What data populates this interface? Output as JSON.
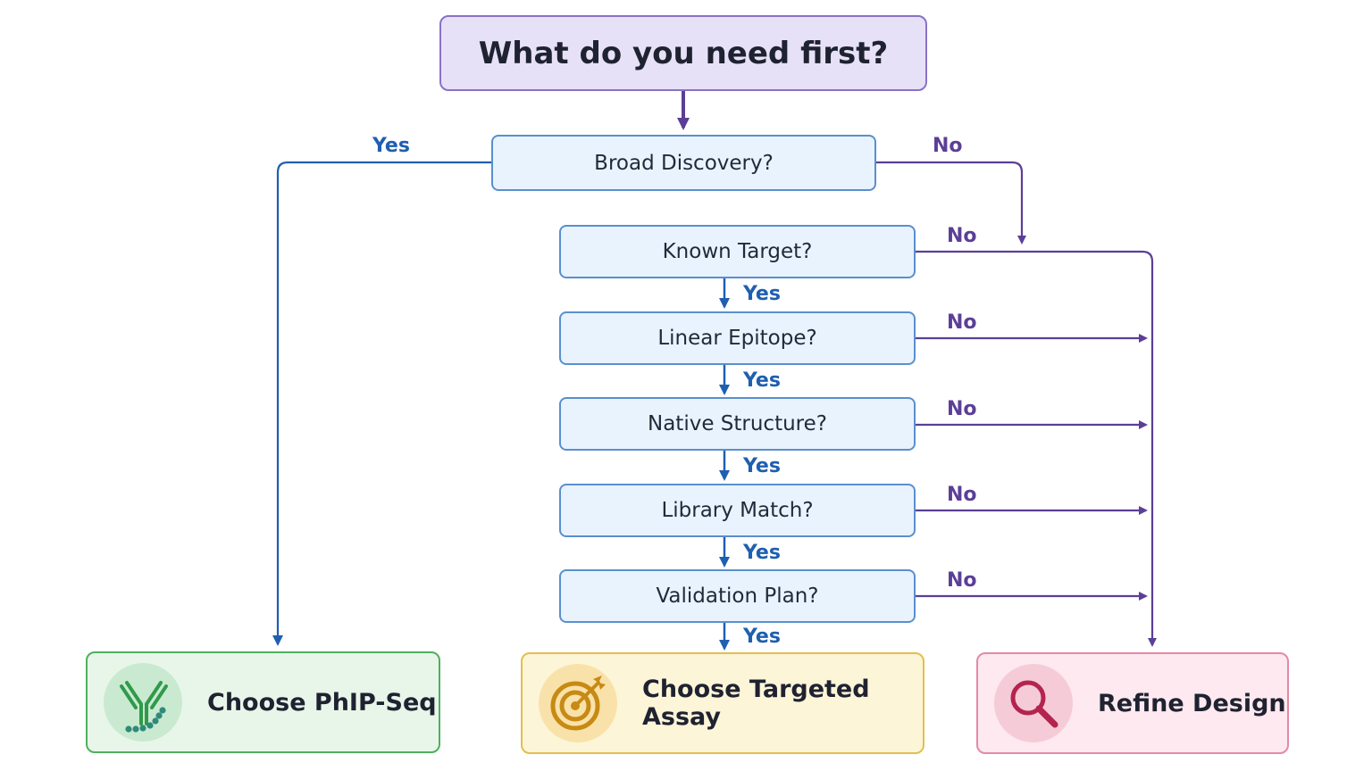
{
  "title": "What do you need first?",
  "questions": {
    "broad": "Broad Discovery?",
    "known": "Known Target?",
    "linear": "Linear Epitope?",
    "native": "Native Structure?",
    "library": "Library Match?",
    "validation": "Validation Plan?"
  },
  "edge_labels": {
    "yes": "Yes",
    "no": "No"
  },
  "outcomes": {
    "phip": {
      "label": "Choose PhIP-Seq",
      "icon": "antibody-icon"
    },
    "targeted": {
      "label": "Choose Targeted Assay",
      "icon": "target-icon"
    },
    "refine": {
      "label": "Refine Design",
      "icon": "magnifier-icon"
    }
  },
  "colors": {
    "yes_arrow": "#1f5fb0",
    "no_arrow": "#5b3f97",
    "question_fill": "#e9f3fd",
    "title_fill": "#e7e1f8"
  }
}
